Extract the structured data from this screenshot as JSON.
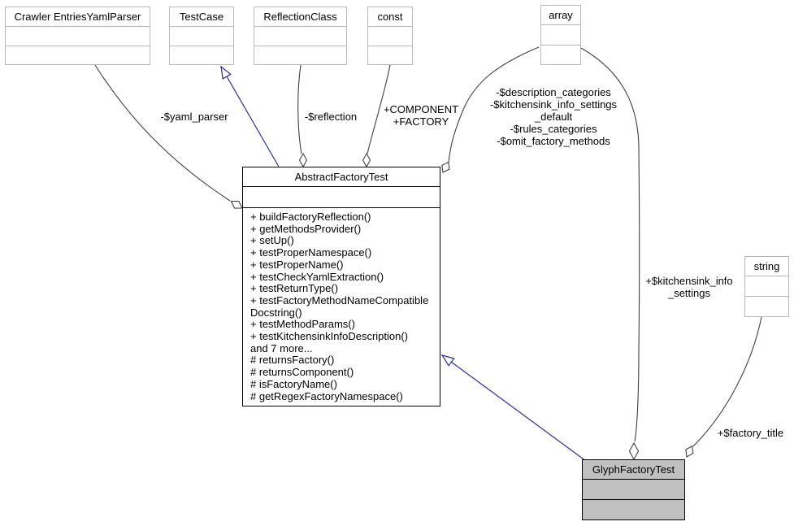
{
  "colors": {
    "edge_color": "#404040",
    "inherit_color": "#2d2d95",
    "faded_border": "#b9b9b9",
    "main_border": "#000000",
    "glyph_fill": "#c0c0c0",
    "bg_color": "#ffffff"
  },
  "nodes": {
    "crawler": {
      "title": "Crawler EntriesYamlParser"
    },
    "testcase": {
      "title": "TestCase"
    },
    "reflectionclass": {
      "title": "ReflectionClass"
    },
    "const": {
      "title": "const"
    },
    "array": {
      "title": "array"
    },
    "string": {
      "title": "string"
    },
    "glyph": {
      "title": "GlyphFactoryTest"
    },
    "abstract": {
      "title": "AbstractFactoryTest",
      "methods": [
        "+ buildFactoryReflection()",
        "+ getMethodsProvider()",
        "+ setUp()",
        "+ testProperNamespace()",
        "+ testProperName()",
        "+ testCheckYamlExtraction()",
        "+ testReturnType()",
        "+ testFactoryMethodNameCompatible",
        "Docstring()",
        "+ testMethodParams()",
        "+ testKitchensinkInfoDescription()",
        "and 7 more...",
        "# returnsFactory()",
        "# returnsComponent()",
        "# isFactoryName()",
        "# getRegexFactoryNamespace()"
      ]
    }
  },
  "edge_labels": {
    "yaml_parser": {
      "lines": [
        "-$yaml_parser"
      ]
    },
    "reflection": {
      "lines": [
        "-$reflection"
      ]
    },
    "const_members": {
      "lines": [
        "+COMPONENT",
        "+FACTORY"
      ]
    },
    "array_members": {
      "lines": [
        "-$description_categories",
        "-$kitchensink_info_settings",
        "_default",
        "-$rules_categories",
        "-$omit_factory_methods"
      ]
    },
    "kitchensink_info": {
      "lines": [
        "+$kitchensink_info",
        "_settings"
      ]
    },
    "factory_title": {
      "lines": [
        "+$factory_title"
      ]
    }
  }
}
